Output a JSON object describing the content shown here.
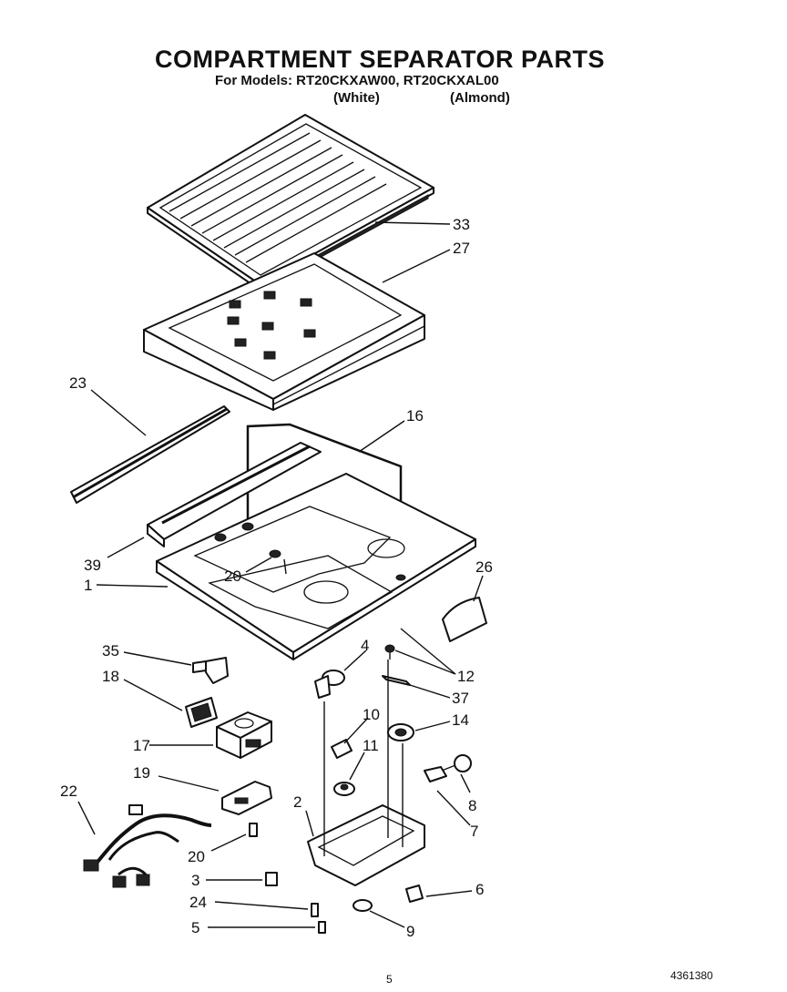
{
  "header": {
    "title": "COMPARTMENT SEPARATOR PARTS",
    "models_line": "For Models: RT20CKXAW00, RT20CKXAL00",
    "variant_white": "(White)",
    "variant_almond": "(Almond)"
  },
  "callouts": [
    {
      "id": "33",
      "label": "33"
    },
    {
      "id": "27",
      "label": "27"
    },
    {
      "id": "23",
      "label": "23"
    },
    {
      "id": "16",
      "label": "16"
    },
    {
      "id": "39",
      "label": "39"
    },
    {
      "id": "20a",
      "label": "20"
    },
    {
      "id": "1",
      "label": "1"
    },
    {
      "id": "26",
      "label": "26"
    },
    {
      "id": "35",
      "label": "35"
    },
    {
      "id": "4",
      "label": "4"
    },
    {
      "id": "12",
      "label": "12"
    },
    {
      "id": "18",
      "label": "18"
    },
    {
      "id": "37",
      "label": "37"
    },
    {
      "id": "10",
      "label": "10"
    },
    {
      "id": "14",
      "label": "14"
    },
    {
      "id": "17",
      "label": "17"
    },
    {
      "id": "11",
      "label": "11"
    },
    {
      "id": "19",
      "label": "19"
    },
    {
      "id": "8",
      "label": "8"
    },
    {
      "id": "22",
      "label": "22"
    },
    {
      "id": "2",
      "label": "2"
    },
    {
      "id": "7",
      "label": "7"
    },
    {
      "id": "20b",
      "label": "20"
    },
    {
      "id": "3",
      "label": "3"
    },
    {
      "id": "6",
      "label": "6"
    },
    {
      "id": "24",
      "label": "24"
    },
    {
      "id": "5",
      "label": "5"
    },
    {
      "id": "9",
      "label": "9"
    }
  ],
  "footer": {
    "page_number": "5",
    "document_number": "4361380"
  }
}
